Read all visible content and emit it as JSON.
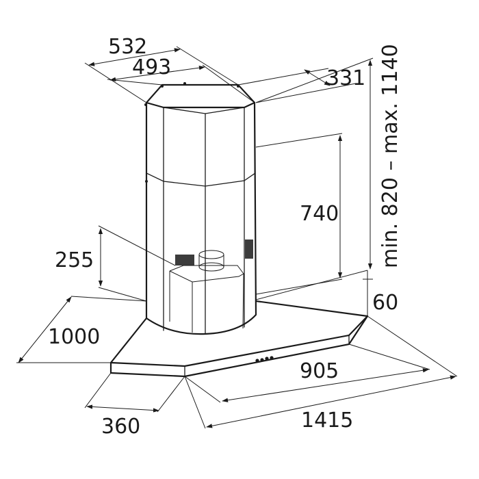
{
  "colors": {
    "line": "#1a1a1a",
    "background": "#ffffff"
  },
  "dimensions": {
    "top_outer_width": "532",
    "top_inner_width": "493",
    "top_depth": "331",
    "total_height_range": "min. 820 – max. 1140",
    "chimney_height": "740",
    "motor_height": "255",
    "canopy_thickness": "60",
    "canopy_depth": "1000",
    "canopy_inner_width": "905",
    "canopy_side_depth": "360",
    "canopy_total_width": "1415"
  }
}
